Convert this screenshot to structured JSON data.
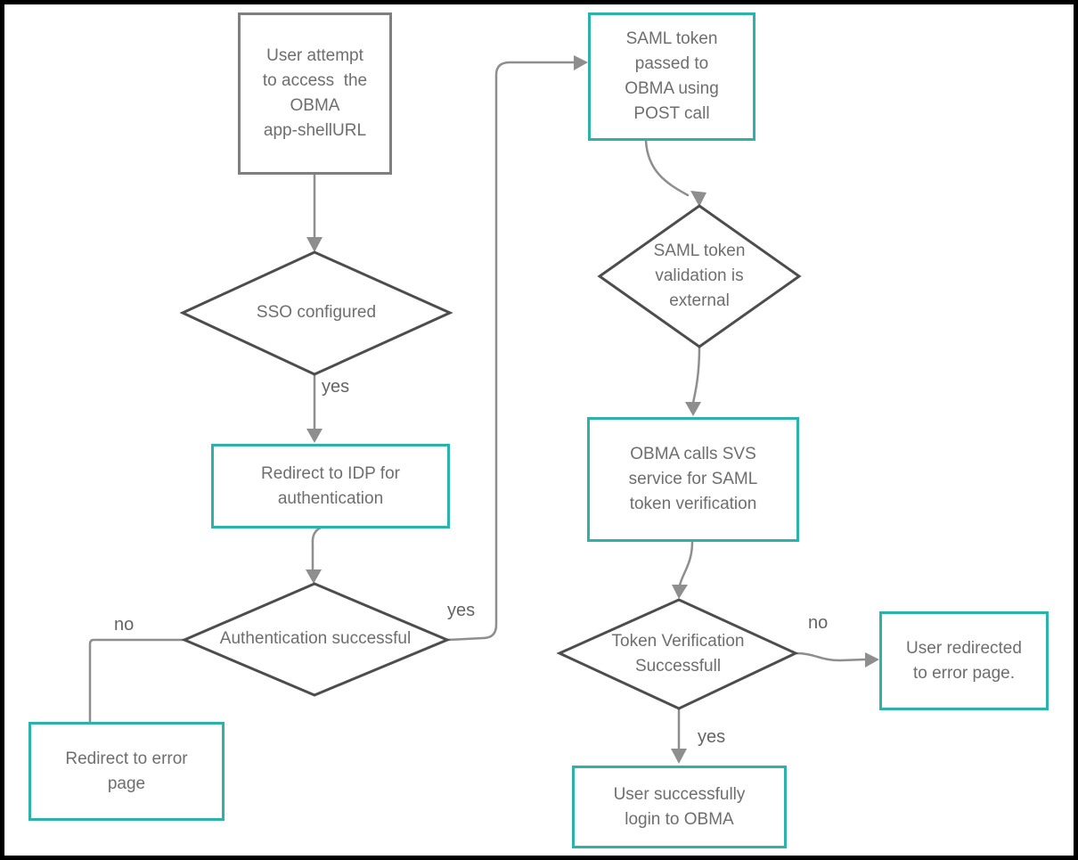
{
  "diagram": {
    "type": "flowchart",
    "colors": {
      "accent_teal": "#2bb2ab",
      "start_box_border_gray": "#7f7f7f",
      "diamond_border_gray": "#4d4d4d",
      "connector_gray": "#8e8e8e",
      "text_gray": "#6e6e6e",
      "outer_frame": "#000000"
    },
    "nodes": {
      "user_attempt": {
        "shape": "rectangle",
        "label": "User attempt\nto access  the\nOBMA\napp-shellURL"
      },
      "sso_configured": {
        "shape": "diamond",
        "label": "SSO configured"
      },
      "redirect_idp": {
        "shape": "rectangle",
        "label": "Redirect to IDP for\nauthentication"
      },
      "auth_successful": {
        "shape": "diamond",
        "label": "Authentication successful"
      },
      "redirect_error": {
        "shape": "rectangle",
        "label": "Redirect to error\npage"
      },
      "saml_token_post": {
        "shape": "rectangle",
        "label": "SAML token\npassed to\nOBMA using\nPOST call"
      },
      "saml_validation": {
        "shape": "diamond",
        "label": "SAML token\nvalidation is\nexternal"
      },
      "obma_svs": {
        "shape": "rectangle",
        "label": "OBMA calls SVS\nservice for SAML\ntoken verification"
      },
      "token_verification": {
        "shape": "diamond",
        "label": "Token Verification\nSuccessfull"
      },
      "user_redirected_error": {
        "shape": "rectangle",
        "label": "User redirected\nto error page."
      },
      "user_login": {
        "shape": "rectangle",
        "label": "User successfully\nlogin to OBMA"
      }
    },
    "edge_labels": {
      "sso_yes": "yes",
      "auth_no": "no",
      "auth_yes": "yes",
      "token_no": "no",
      "token_yes": "yes"
    }
  }
}
